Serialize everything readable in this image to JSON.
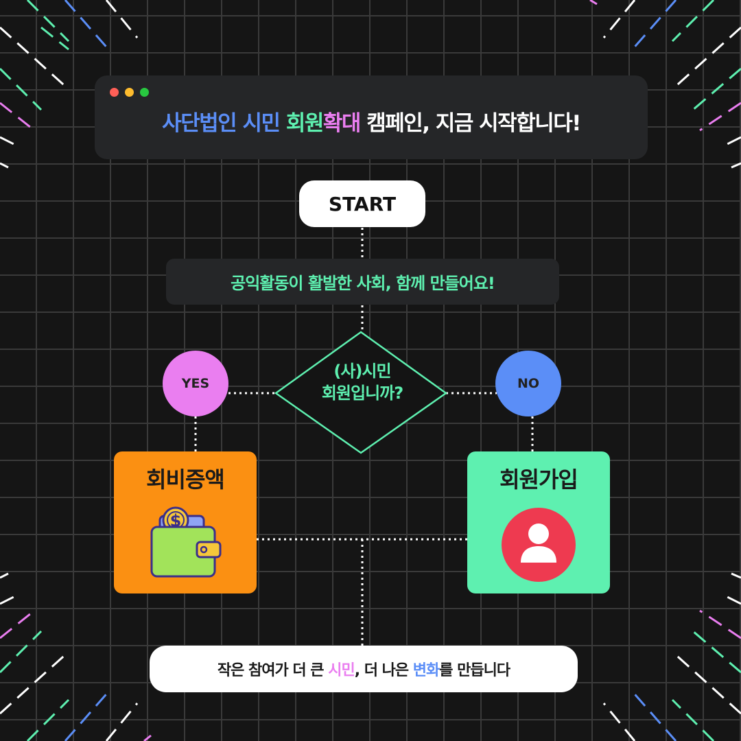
{
  "colors": {
    "blue": "#5b8ef7",
    "green": "#5ef0b0",
    "pink": "#ea7ef0",
    "orange": "#fb9012",
    "red": "#ee3a50",
    "dark_panel": "#252628"
  },
  "window": {
    "dots": [
      "#ff5f57",
      "#febc2e",
      "#28c840"
    ],
    "title": {
      "part1": "사단법인 시민",
      "part2": "회원",
      "part3": "확대",
      "part4": "캠페인, 지금 시작합니다!"
    }
  },
  "flow": {
    "start": "START",
    "slogan": "공익활동이 활발한 사회, 함께 만들어요!",
    "question_line1": "(사)시민",
    "question_line2": "회원입니까?",
    "yes": "YES",
    "no": "NO",
    "yes_card": {
      "title": "회비증액",
      "icon": "wallet-coin-icon"
    },
    "no_card": {
      "title": "회원가입",
      "icon": "user-icon"
    },
    "bottom": {
      "part1": "작은 참여가 더 큰",
      "part2": "시민",
      "part3": ", 더 나은",
      "part4": "변화",
      "part5": "를 만듭니다"
    }
  }
}
